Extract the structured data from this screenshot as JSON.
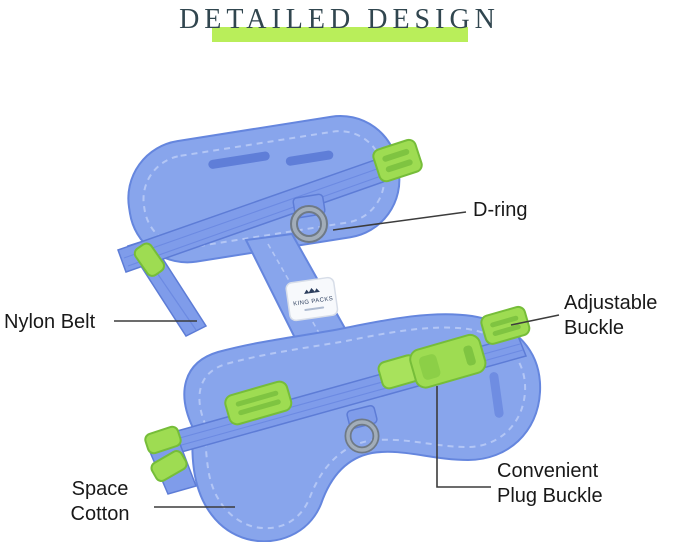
{
  "title": "DETAILED DESIGN",
  "annotations": {
    "d_ring": "D-ring",
    "nylon_belt": "Nylon Belt",
    "adjustable_buckle": "Adjustable Buckle",
    "space_cotton": "Space Cotton",
    "plug_buckle": "Convenient Plug Buckle"
  },
  "product": {
    "logo_text": "KING PACKS"
  },
  "colors": {
    "highlight_green": "#b9ee5a",
    "harness_blue": "#88a5ec",
    "strap_blue": "#7f9cea",
    "stitch_blue": "#b3c6f5",
    "buckle_green": "#9edc52",
    "buckle_green_dark": "#76bd39",
    "dring_gray": "#a2adb9",
    "title_text": "#31464f",
    "label_text": "#191919"
  }
}
